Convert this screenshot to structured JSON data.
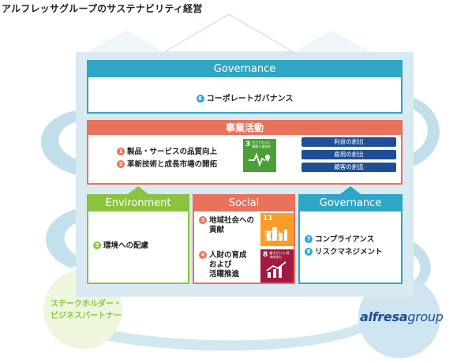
{
  "title": "アルフレッサグループのサステナビリティ経営",
  "governance_top": {
    "title": "Governance",
    "items": [
      {
        "num": "6",
        "label": "コーポレートガバナンス"
      }
    ]
  },
  "business": {
    "title": "事業活動",
    "items": [
      {
        "num": "1",
        "label": "製品・サービスの品質向上"
      },
      {
        "num": "2",
        "label": "革新技術と成長市場の開拓"
      }
    ],
    "sdg": {
      "num": "3",
      "text": "すべての人に 健康と福祉を",
      "color": "#4c9f38"
    },
    "values": [
      "利益の創出",
      "雇用の創出",
      "顧客の創造"
    ]
  },
  "environment": {
    "title": "Environment",
    "items": [
      {
        "num": "5",
        "label": "環境への配慮"
      }
    ]
  },
  "social": {
    "title": "Social",
    "items": [
      {
        "num": "3",
        "line1": "地域社会への",
        "line2": "貢献"
      },
      {
        "num": "4",
        "line1": "人財の育成",
        "line2": "および",
        "line3": "活躍推進"
      }
    ],
    "sdg11": {
      "num": "11",
      "text": "住み続けられる まちづくりを",
      "color": "#f99d26"
    },
    "sdg8": {
      "num": "8",
      "text": "働きがいも 経済成長も",
      "color": "#a21942"
    }
  },
  "governance": {
    "title": "Governance",
    "items": [
      {
        "num": "7",
        "label": "コンプライアンス"
      },
      {
        "num": "8",
        "label": "リスクマネジメント"
      }
    ]
  },
  "stakeholders": {
    "line1": "ステークホルダー・",
    "line2": "ビジネスパートナー"
  },
  "logo": {
    "part1": "alfresa",
    "part2": "group"
  },
  "colors": {
    "blue": "#2fa6c6",
    "orange": "#e8735d",
    "green": "#8ac43f",
    "navy": "#1f4e96",
    "house": "#d9eaf3"
  }
}
